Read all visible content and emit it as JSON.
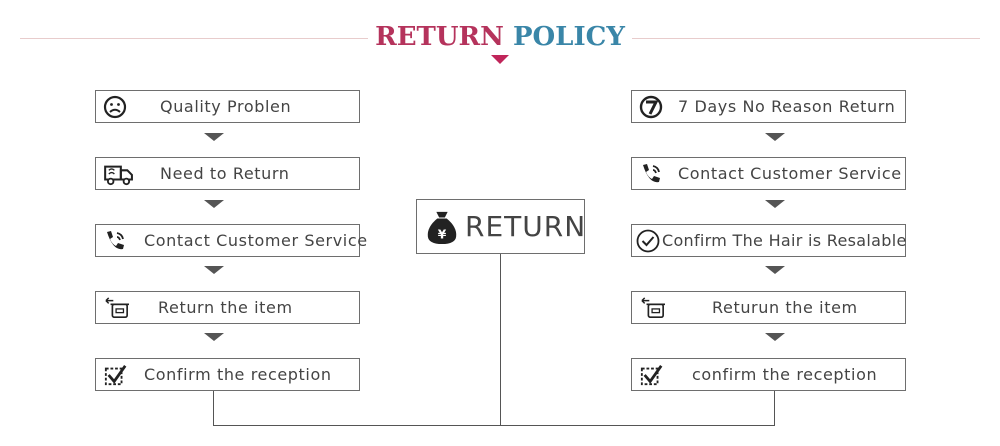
{
  "title": {
    "word1": "RETURN",
    "word2": "POLICY"
  },
  "center": {
    "label": "RETURN",
    "icon": "money-bag-icon"
  },
  "left_steps": [
    {
      "label": "Quality Problen",
      "icon": "sad-face-icon"
    },
    {
      "label": "Need to Return",
      "icon": "truck-icon"
    },
    {
      "label": "Contact Customer Service",
      "icon": "phone-icon"
    },
    {
      "label": "Return the item",
      "icon": "return-box-icon"
    },
    {
      "label": "Confirm the reception",
      "icon": "checkbox-icon"
    }
  ],
  "right_steps": [
    {
      "label": "7 Days No Reason Return",
      "icon": "seven-days-icon"
    },
    {
      "label": "Contact Customer Service",
      "icon": "phone-icon"
    },
    {
      "label": "Confirm The Hair is Resalable",
      "icon": "check-circle-icon"
    },
    {
      "label": "Returun the item",
      "icon": "return-box-icon"
    },
    {
      "label": "confirm the reception",
      "icon": "checkbox-icon"
    }
  ],
  "colors": {
    "title_word1": "#b5335c",
    "title_word2": "#3a86a8",
    "accent_arrow": "#c0255a",
    "rule": "#e8cccc",
    "border": "#6e6e6e"
  }
}
